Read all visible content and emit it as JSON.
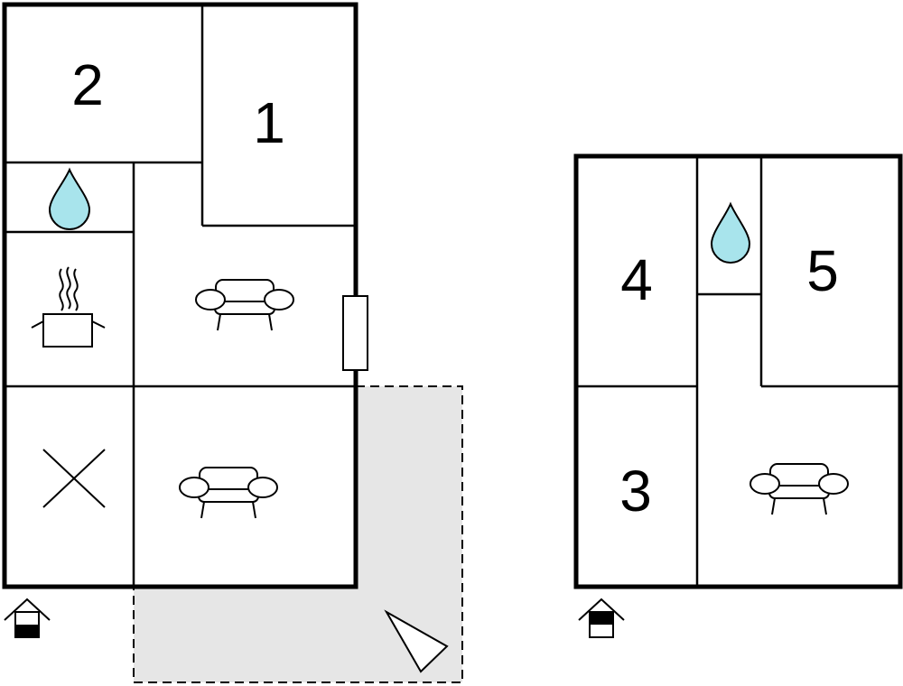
{
  "floor_plan": {
    "rooms": [
      {
        "id": "room-1",
        "number": "1",
        "type": "bedroom"
      },
      {
        "id": "room-2",
        "number": "2",
        "type": "bedroom"
      },
      {
        "id": "room-3",
        "number": "3",
        "type": "bedroom"
      },
      {
        "id": "room-4",
        "number": "4",
        "type": "bedroom"
      },
      {
        "id": "room-5",
        "number": "5",
        "type": "bedroom"
      }
    ],
    "icons": [
      "water-drop-icon",
      "cooking-pot-icon",
      "sofa-icon",
      "cross-icon",
      "floor-level-icon",
      "compass-arrow-icon"
    ],
    "colors": {
      "wall": "#000000",
      "water": "#a8e4ec",
      "terrace": "#e6e6e6",
      "floor_marker_ground": "#000000"
    },
    "floors": [
      {
        "id": "ground-floor",
        "level_marker": "ground"
      },
      {
        "id": "upper-floor",
        "level_marker": "upper"
      }
    ]
  }
}
